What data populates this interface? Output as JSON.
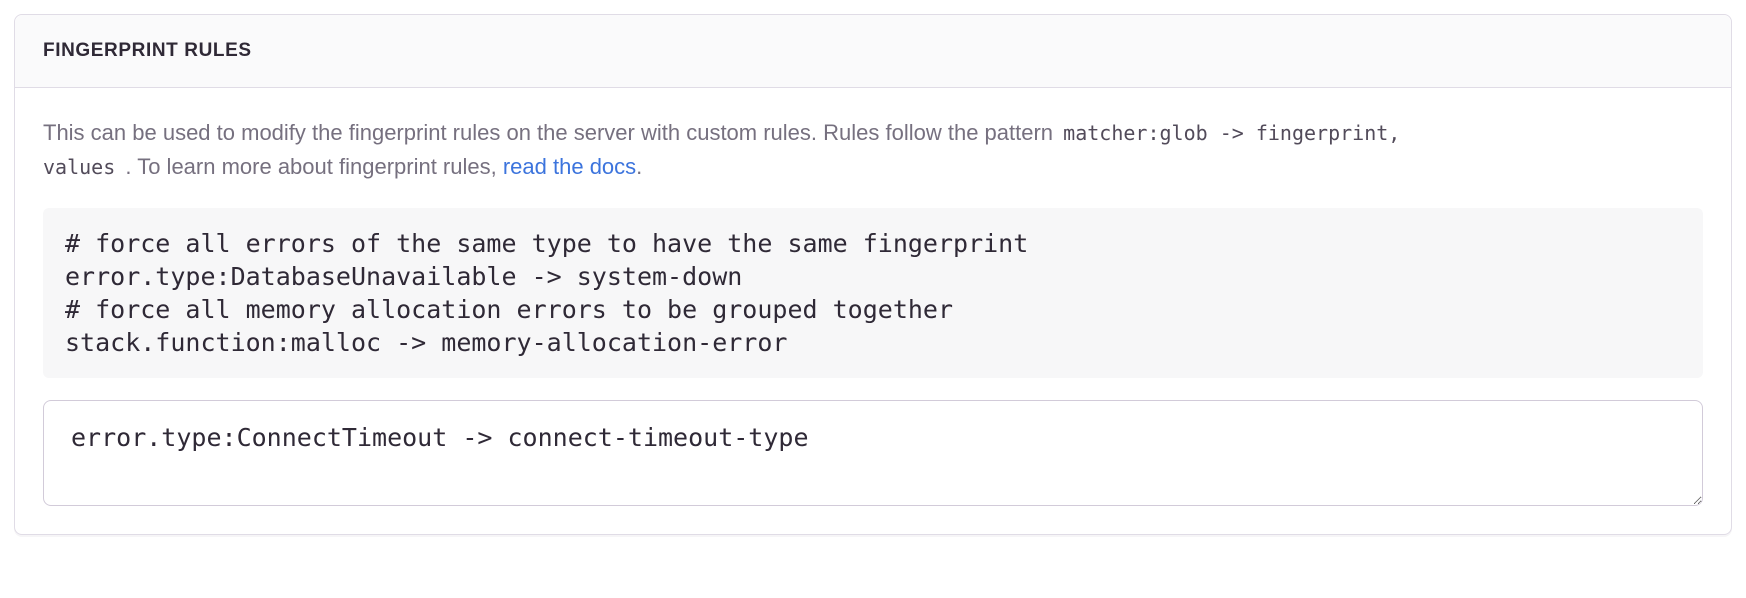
{
  "panel": {
    "title": "FINGERPRINT RULES"
  },
  "description": {
    "line1_text": "This can be used to modify the fingerprint rules on the server with custom rules. Rules follow the pattern",
    "line1_code": "matcher:glob -> fingerprint,",
    "line2_code": "values",
    "line2_text": ". To learn more about fingerprint rules,",
    "link_text": "read the docs",
    "after_link": "."
  },
  "example_code": [
    "# force all errors of the same type to have the same fingerprint",
    "error.type:DatabaseUnavailable -> system-down",
    "# force all memory allocation errors to be grouped together",
    "stack.function:malloc -> memory-allocation-error"
  ],
  "textarea_value": "error.type:ConnectTimeout -> connect-timeout-type",
  "colors": {
    "link": "#3C74DD",
    "title_text": "#2F2936",
    "body_text": "#76707F",
    "code_text": "#2F2936",
    "code_block_bg": "#F7F7F8",
    "panel_border": "#E0DCE6",
    "header_bg": "#FAFAFB",
    "textarea_border": "#D2CBD9"
  }
}
